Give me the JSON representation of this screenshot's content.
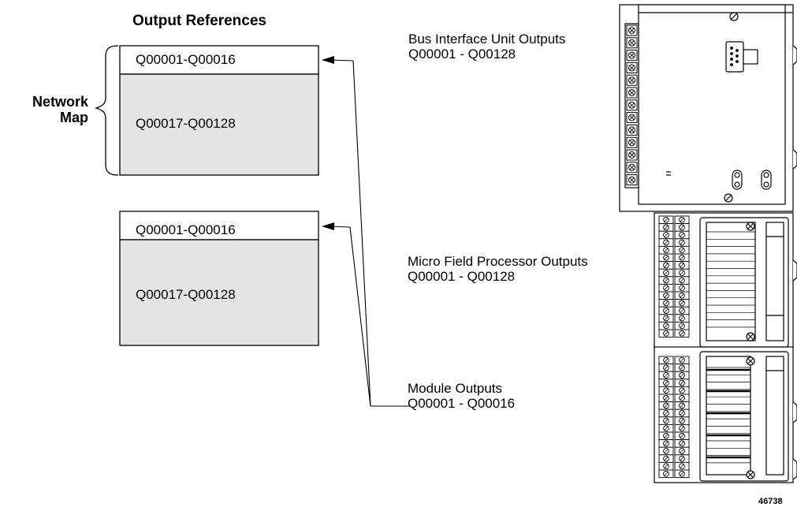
{
  "heading": "Output References",
  "network_map": {
    "line1": "Network",
    "line2": "Map"
  },
  "table1": {
    "top": "Q00001-Q00016",
    "bottom": "Q00017-Q00128"
  },
  "table2": {
    "top": "Q00001-Q00016",
    "bottom": "Q00017-Q00128"
  },
  "callouts": {
    "biu": {
      "line1": "Bus Interface Unit Outputs",
      "line2": "Q00001 - Q00128"
    },
    "mfp": {
      "line1": "Micro Field Processor Outputs",
      "line2": "Q00001 - Q00128"
    },
    "module": {
      "line1": "Module Outputs",
      "line2": "Q00001 - Q00016"
    }
  },
  "figure_number": "46738",
  "colors": {
    "shaded": "#e4e4e4",
    "line": "#000000",
    "background": "#ffffff"
  }
}
